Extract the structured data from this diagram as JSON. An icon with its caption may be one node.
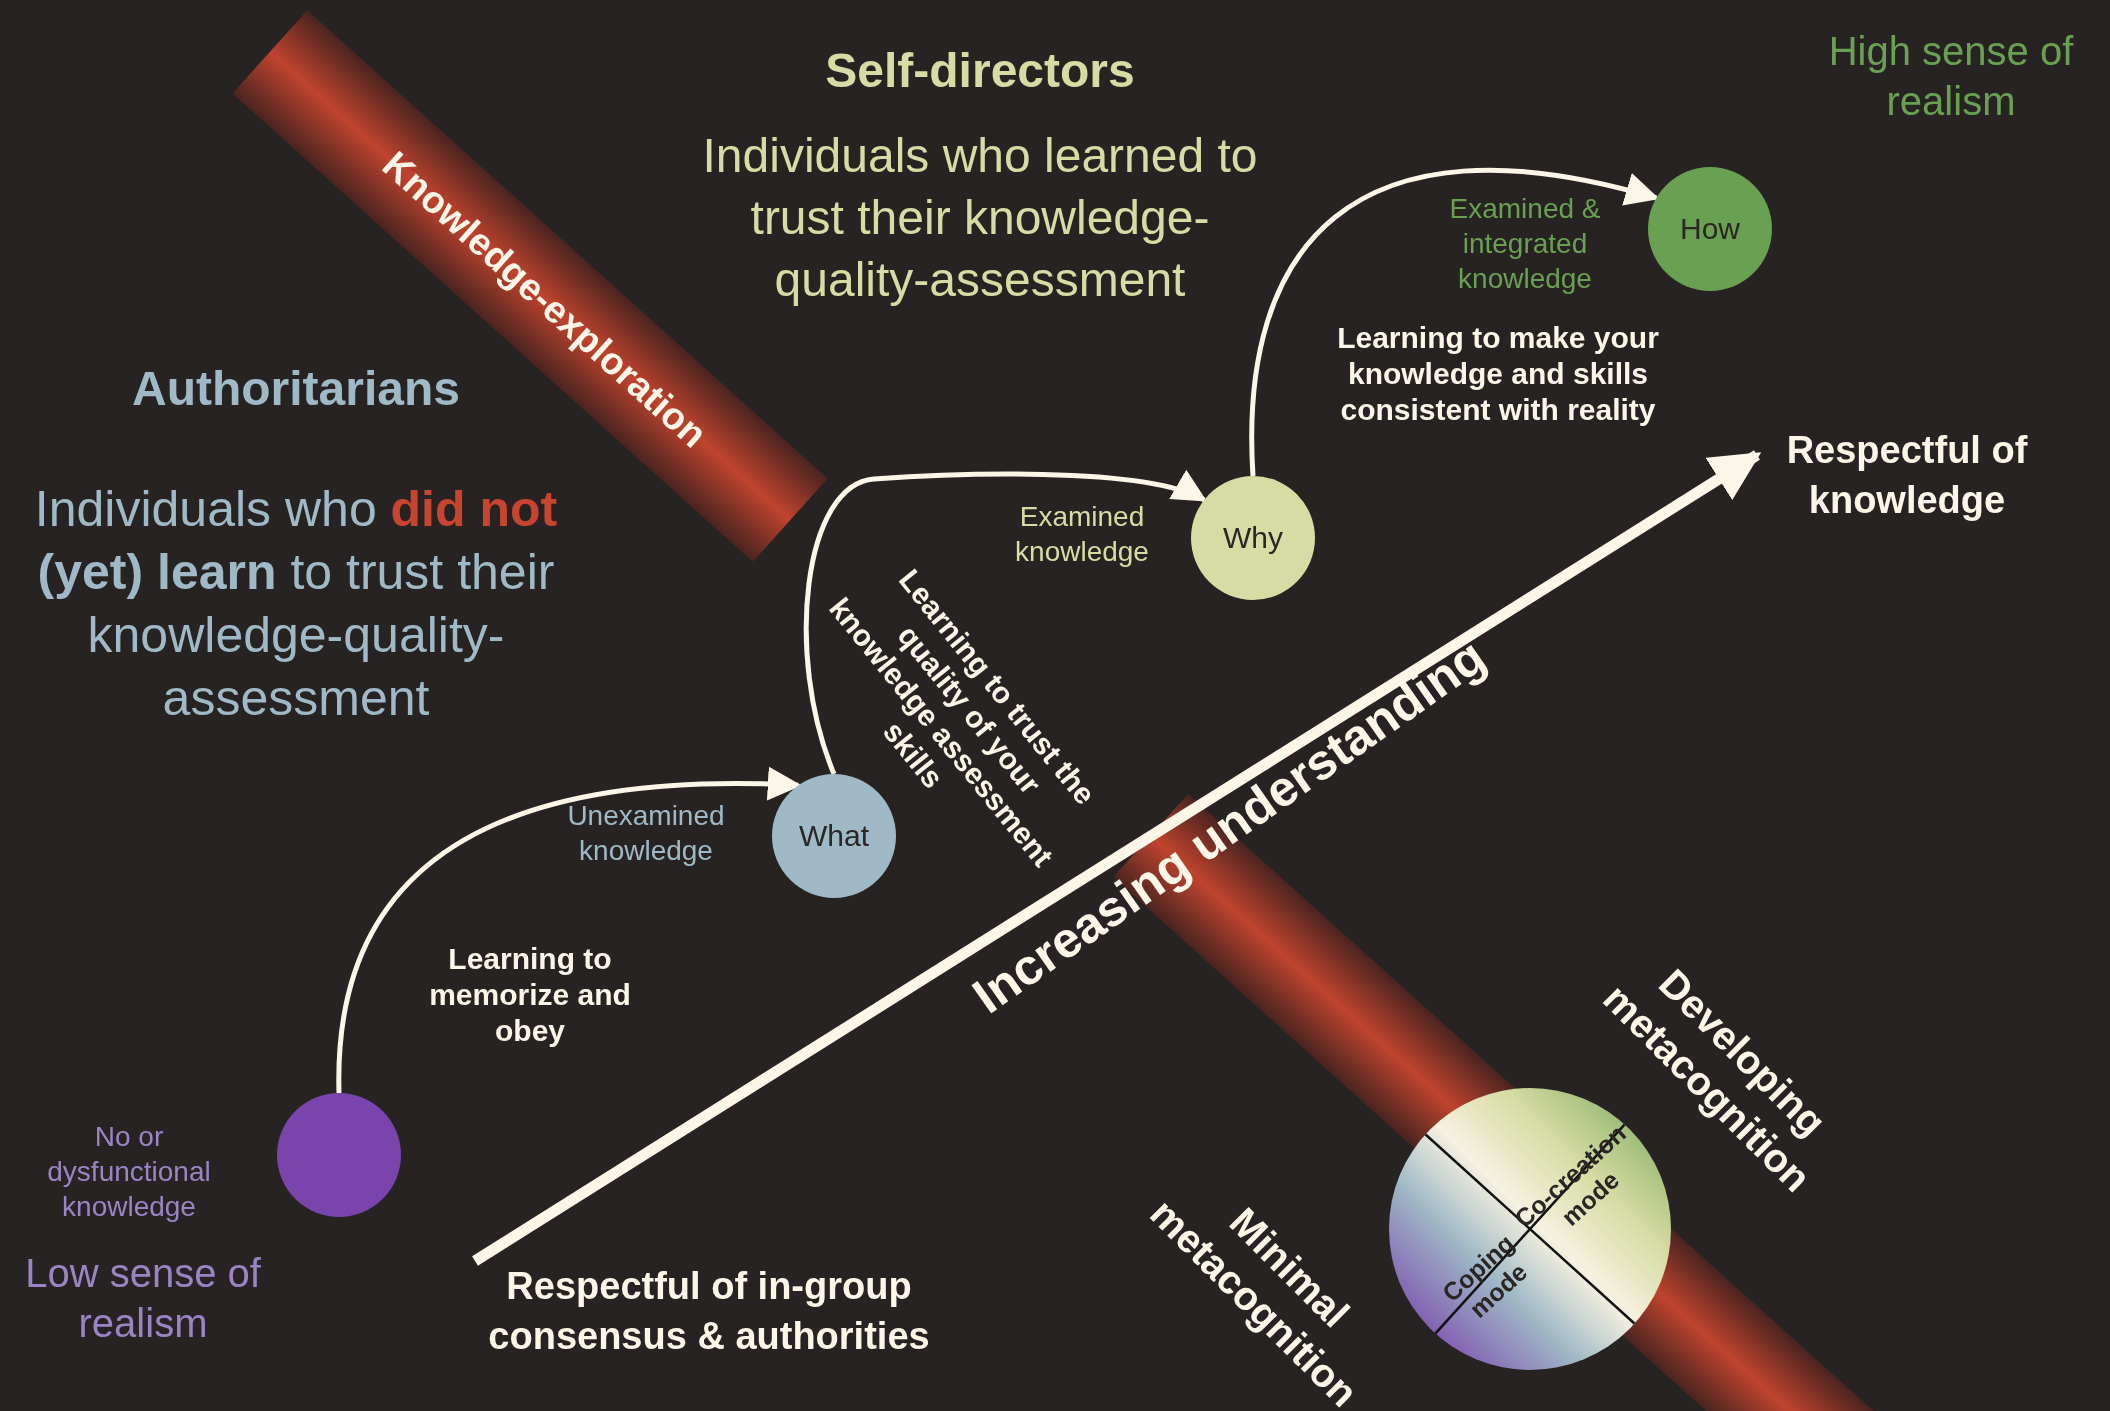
{
  "diagram": {
    "nodes": [
      {
        "text": [],
        "shape": "circle",
        "beside": [
          "No or dysfunctional knowledge"
        ]
      },
      {
        "text": [
          "What"
        ],
        "beside": [
          "Unexamined knowledge"
        ]
      },
      {
        "text": [
          "Why"
        ],
        "beside": [
          "Examined knowledge"
        ]
      },
      {
        "text": [
          "How"
        ],
        "beside": [
          "Examined & integrated knowledge"
        ]
      },
      {
        "text": [
          "Coping mode",
          "Co-creation mode"
        ]
      },
      {
        "text": [
          "Knowledge-exploration"
        ]
      },
      {
        "text": [
          "Respectful of in-group consensus & authorities"
        ]
      },
      {
        "text": [
          "Respectful of knowledge"
        ]
      }
    ],
    "edges": [
      {
        "from": 0,
        "to": 1,
        "arrow": "to",
        "label": "Learning to memorize and obey"
      },
      {
        "from": 1,
        "to": 2,
        "arrow": "to",
        "label": "Learning to trust the quality of your knowledge assessment skills"
      },
      {
        "from": 2,
        "to": 3,
        "arrow": "to",
        "label": "Learning to make your knowledge and skills consistent with reality"
      },
      {
        "from": 6,
        "to": 7,
        "arrow": "to",
        "label": "Increasing understanding",
        "style": "thick"
      }
    ],
    "labels": [
      "Self-directors",
      "Individuals who learned to trust their knowledge-quality-assessment",
      "High sense of realism",
      "Authoritarians",
      "Individuals who **did not** **(yet) learn** to trust their knowledge-quality-assessment",
      "Developing metacognition",
      "Minimal metacognition",
      "Low sense of realism"
    ]
  }
}
